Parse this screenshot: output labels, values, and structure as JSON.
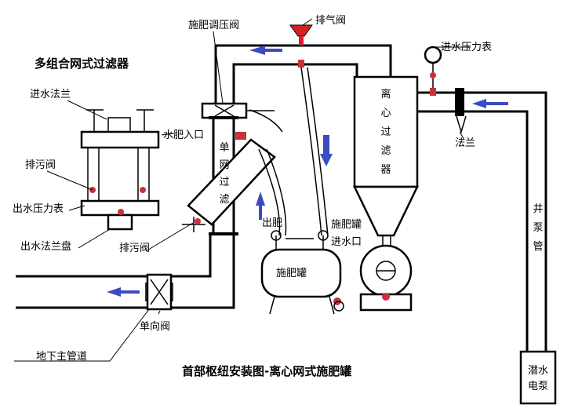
{
  "labels": {
    "multi_filter": "多组合网式过滤器",
    "inlet_flange": "进水法兰",
    "drain_valve_left": "排污阀",
    "outlet_pressure_gauge": "出水压力表",
    "outlet_flange_plate": "出水法兰盘",
    "drain_valve_mid": "排污阀",
    "fert_pressure_valve": "施肥调压阀",
    "fert_inlet": "水肥入口",
    "single_filter": "单网过滤",
    "exhaust_valve": "排气阀",
    "centrifugal_filter": "离心过滤器",
    "inlet_pressure_gauge": "进水压力表",
    "flange": "法兰",
    "well_pump_pipe": "井泵管",
    "fert_out": "出肥",
    "fert_tank_small": "施肥罐",
    "water_inlet": "进水口",
    "fert_tank": "施肥罐",
    "check_valve": "单向阀",
    "main_pipe": "地下主管道",
    "title": "首部枢纽安装图-离心网式施肥罐",
    "submersible_pump": "潜水电泵"
  },
  "colors": {
    "line": "#000000",
    "arrow": "#3b4cc0",
    "valve": "#c8323c",
    "funnel": "#d81f26"
  }
}
